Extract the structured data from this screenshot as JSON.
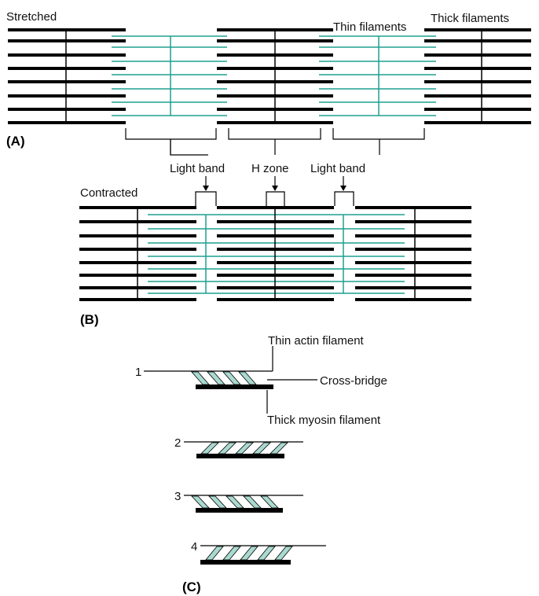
{
  "colors": {
    "thick_filament": "#000000",
    "thin_filament": "#1fa08f",
    "z_line": "#000000",
    "cross_bridge_fill": "#a9d9cf",
    "bracket": "#000000"
  },
  "panel_a": {
    "state_label": "Stretched",
    "panel_letter": "(A)",
    "thin_label": "Thin filaments",
    "thick_label": "Thick filaments"
  },
  "bands": {
    "left": "Light band",
    "center": "H zone",
    "right": "Light band"
  },
  "panel_b": {
    "state_label": "Contracted",
    "panel_letter": "(B)"
  },
  "panel_c": {
    "panel_letter": "(C)",
    "thin_label": "Thin actin filament",
    "bridge_label": "Cross-bridge",
    "thick_label": "Thick myosin filament",
    "steps": [
      "1",
      "2",
      "3",
      "4"
    ]
  }
}
